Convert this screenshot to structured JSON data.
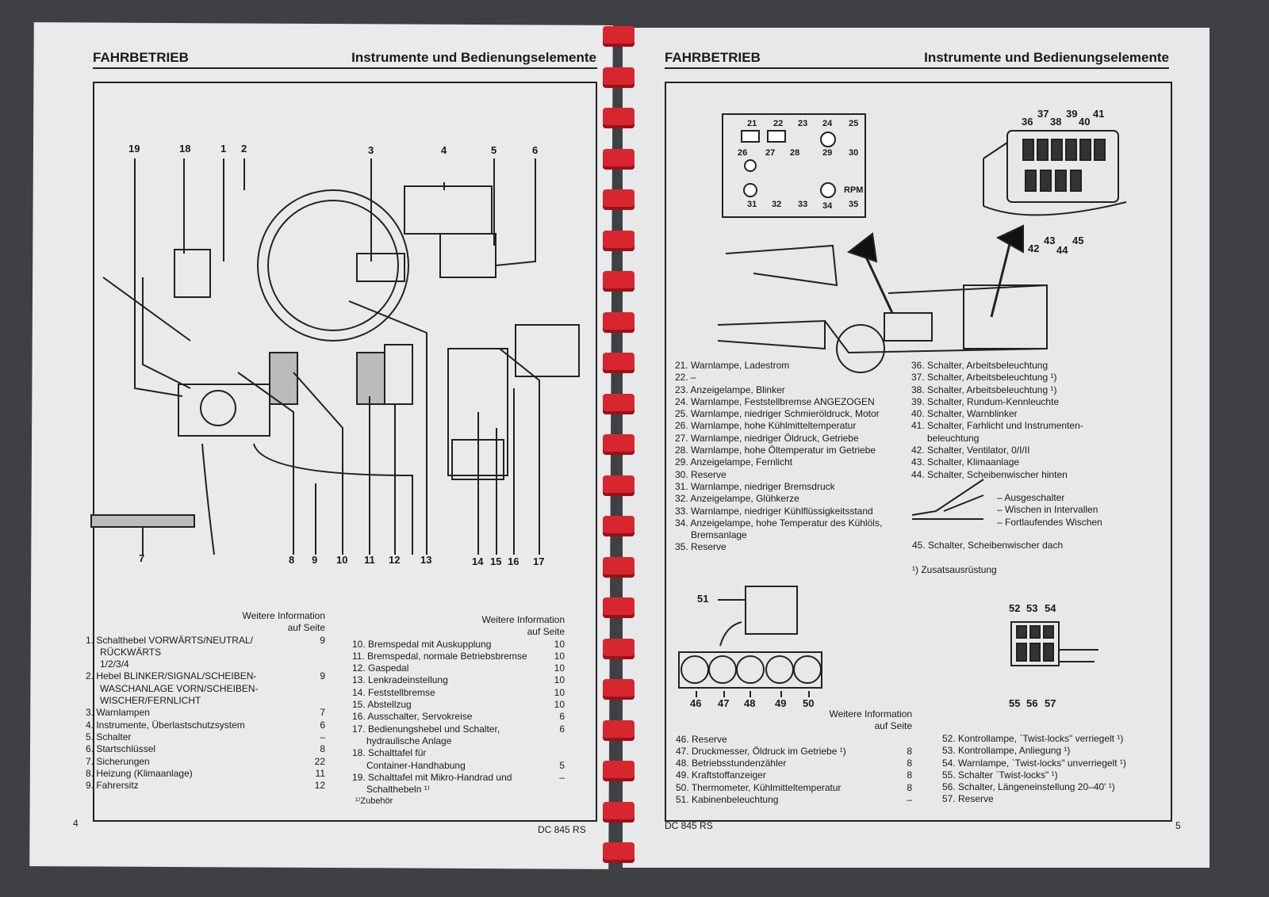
{
  "left": {
    "section": "FAHRBETRIEB",
    "title": "Instrumente und Bedienungselemente",
    "page_number": "4",
    "model": "DC 845 RS",
    "callouts_top": [
      "19",
      "18",
      "1",
      "2",
      "3",
      "4",
      "5",
      "6"
    ],
    "callouts_bottom": [
      "7",
      "8",
      "9",
      "10",
      "11",
      "12",
      "13",
      "14",
      "15",
      "16",
      "17"
    ],
    "col1_header": "Weitere Information",
    "col1_header2": "auf Seite",
    "col1": [
      {
        "label": "1.  Schalthebel VORWÄRTS/NEUTRAL/",
        "page": "9"
      },
      {
        "label": "RÜCKWÄRTS",
        "page": "",
        "indent": true
      },
      {
        "label": "1/2/3/4",
        "page": "",
        "indent": true
      },
      {
        "label": "2.  Hebel BLINKER/SIGNAL/SCHEIBEN-",
        "page": "9"
      },
      {
        "label": "WASCHANLAGE VORN/SCHEIBEN-",
        "page": "",
        "indent": true
      },
      {
        "label": "WISCHER/FERNLICHT",
        "page": "",
        "indent": true
      },
      {
        "label": "3.  Warnlampen",
        "page": "7"
      },
      {
        "label": "4.  Instrumente, Überlastschutzsystem",
        "page": "6"
      },
      {
        "label": "5.  Schalter",
        "page": "–"
      },
      {
        "label": "6.  Startschlüssel",
        "page": "8"
      },
      {
        "label": "7.  Sicherungen",
        "page": "22"
      },
      {
        "label": "8.  Heizung (Klimaanlage)",
        "page": "11"
      },
      {
        "label": "9.  Fahrersitz",
        "page": "12"
      }
    ],
    "col2": [
      {
        "label": "10. Bremspedal mit Auskupplung",
        "page": "10"
      },
      {
        "label": "11. Bremspedal, normale Betriebsbremse",
        "page": "10"
      },
      {
        "label": "12. Gaspedal",
        "page": "10"
      },
      {
        "label": "13. Lenkradeinstellung",
        "page": "10"
      },
      {
        "label": "14. Feststellbremse",
        "page": "10"
      },
      {
        "label": "15. Abstellzug",
        "page": "10"
      },
      {
        "label": "16. Ausschalter, Servokreise",
        "page": "6"
      },
      {
        "label": "17. Bedienungshebel und Schalter,",
        "page": "6"
      },
      {
        "label": "hydraulische Anlage",
        "page": "",
        "indent": true
      },
      {
        "label": "18. Schalttafel für",
        "page": ""
      },
      {
        "label": "Container-Handhabung",
        "page": "5",
        "indent": true
      },
      {
        "label": "19. Schalttafel mit Mikro-Handrad und",
        "page": "–"
      },
      {
        "label": "Schalthebeln ¹⁾",
        "page": "",
        "indent": true
      }
    ],
    "footnote": "¹⁾Zubehör"
  },
  "right": {
    "section": "FAHRBETRIEB",
    "title": "Instrumente und Bedienungselemente",
    "page_number": "5",
    "model": "DC 845 RS",
    "lamp_numbers_row1": [
      "21",
      "22",
      "23",
      "24",
      "25"
    ],
    "lamp_numbers_row2": [
      "26",
      "27",
      "28",
      "29",
      "30"
    ],
    "lamp_numbers_row3": [
      "31",
      "32",
      "33",
      "34",
      "35"
    ],
    "rpm_label": "RPM",
    "switch_numbers_top": [
      "36",
      "37",
      "38",
      "39",
      "40",
      "41"
    ],
    "switch_numbers_bottom": [
      "42",
      "43",
      "44",
      "45"
    ],
    "gauge_numbers": [
      "46",
      "47",
      "48",
      "49",
      "50"
    ],
    "cabin_light_number": "51",
    "twistlock_top": [
      "52",
      "53",
      "54"
    ],
    "twistlock_bottom": [
      "55",
      "56",
      "57"
    ],
    "list_a": [
      "21. Warnlampe, Ladestrom",
      "22. –",
      "23. Anzeigelampe, Blinker",
      "24. Warnlampe, Feststellbremse ANGEZOGEN",
      "25. Warnlampe, niedriger Schmieröldruck, Motor",
      "26. Warnlampe, hohe Kühlmitteltemperatur",
      "27. Warnlampe, niedriger Öldruck, Getriebe",
      "28. Warnlampe, hohe Öltemperatur im Getriebe",
      "29. Anzeigelampe, Fernlicht",
      "30. Reserve",
      "31. Warnlampe, niedriger Bremsdruck",
      "32. Anzeigelampe, Glühkerze",
      "33. Warnlampe, niedriger Kühlflüssigkeitsstand",
      "34. Anzeigelampe, hohe Temperatur des Kühlöls,",
      "      Bremsanlage",
      "35. Reserve"
    ],
    "list_b": [
      "36. Schalter, Arbeitsbeleuchtung",
      "37. Schalter, Arbeitsbeleuchtung ¹)",
      "38. Schalter, Arbeitsbeleuchtung ¹)",
      "39. Schalter, Rundum-Kennleuchte",
      "40. Schalter, Warnblinker",
      "41. Schalter, Farhlicht und Instrumenten-",
      "      beleuchtung",
      "42. Schalter, Ventilator, 0/I/II",
      "43. Schalter, Klimaanlage",
      "44. Schalter, Scheibenwischer hinten"
    ],
    "wiper_modes": [
      "– Ausgeschalter",
      "– Wischen in Intervallen",
      "– Fortlaufendes Wischen"
    ],
    "item45": "45. Schalter, Scheibenwischer dach",
    "footnote": "¹) Zusatsausrüstung",
    "col_header": "Weitere Information",
    "col_header2": "auf Seite",
    "list_c": [
      {
        "label": "46. Reserve",
        "page": ""
      },
      {
        "label": "47. Druckmesser, Öldruck im Getriebe ¹)",
        "page": "8"
      },
      {
        "label": "48. Betriebsstundenzähler",
        "page": "8"
      },
      {
        "label": "49. Kraftstoffanzeiger",
        "page": "8"
      },
      {
        "label": "50. Thermometer, Kühlmitteltemperatur",
        "page": "8"
      },
      {
        "label": "51. Kabinenbeleuchtung",
        "page": "–"
      }
    ],
    "list_d": [
      "52. Kontrollampe, `Twist-locks\" verriegelt ¹)",
      "53. Kontrollampe, Anliegung ¹)",
      "54. Warnlampe, `Twist-locks\" unverriegelt ¹)",
      "55. Schalter `Twist-locks\" ¹)",
      "56. Schalter, Längeneinstellung 20–40' ¹)",
      "57. Reserve"
    ]
  }
}
